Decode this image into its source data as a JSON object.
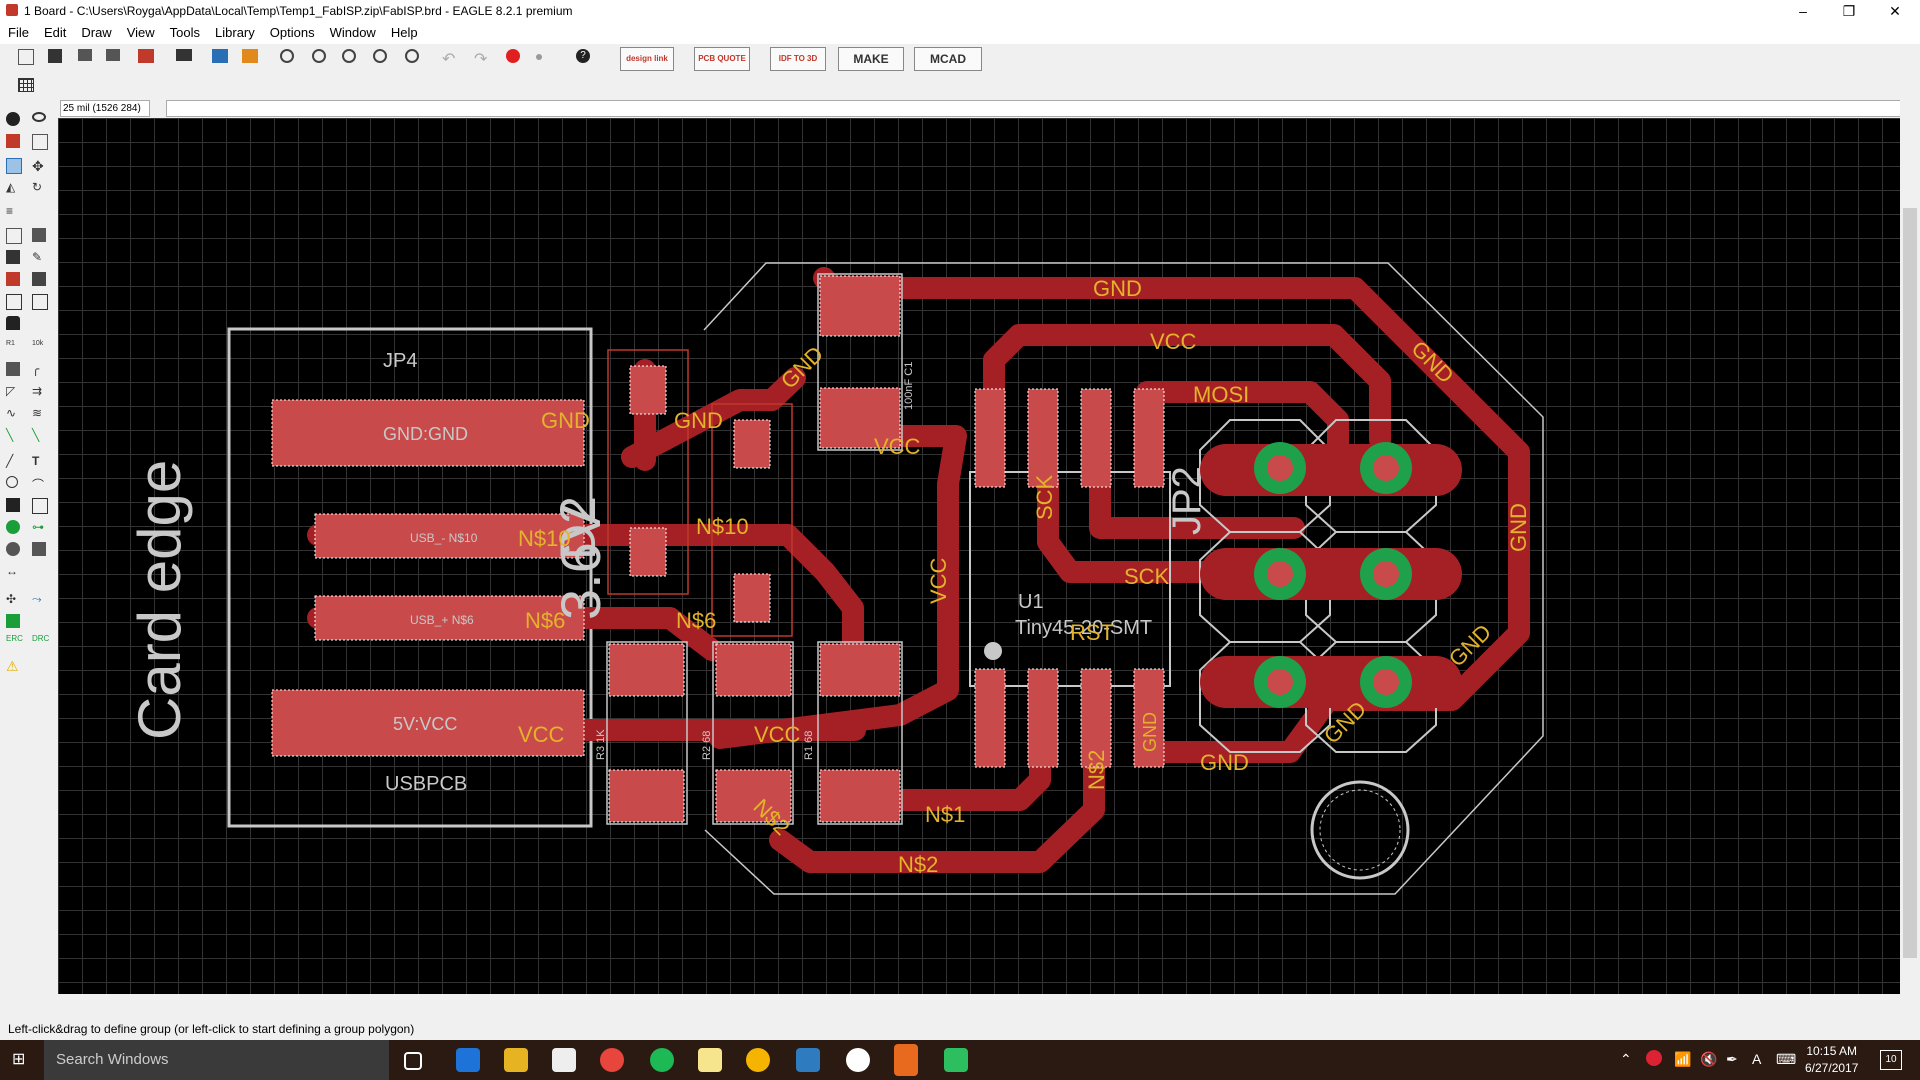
{
  "window": {
    "title": "1 Board - C:\\Users\\Royga\\AppData\\Local\\Temp\\Temp1_FabISP.zip\\FabISP.brd - EAGLE 8.2.1 premium",
    "minimize": "–",
    "maximize": "❐",
    "close": "✕"
  },
  "menu": [
    "File",
    "Edit",
    "Draw",
    "View",
    "Tools",
    "Library",
    "Options",
    "Window",
    "Help"
  ],
  "toolbar": {
    "design_link": "design link",
    "pcb_quote": "PCB QUOTE",
    "idf": "IDF TO 3D",
    "make": "MAKE",
    "mcad": "MCAD"
  },
  "coord_readout": "25 mil (1526 284)",
  "command_value": "",
  "board": {
    "card_edge": "Card edge",
    "labels": {
      "jp4": "JP4",
      "usbpcb": "USBPCB",
      "u1": "U1",
      "u1_value": "Tiny45-20-SMT",
      "d1": "D2",
      "d1_value": "3.6V",
      "d2_value": "3.6V",
      "c1_value": "100nF C1",
      "r3": "R3 1K",
      "r2": "R2 68",
      "r1": "R1 68",
      "jp2": "JP2",
      "pad_gnd_gnd": "GND:GND",
      "pad_usb_n10": "USB_- N$10",
      "pad_usb_n6": "USB_+ N$6",
      "pad_5v_vcc": "5V:VCC"
    },
    "nets": [
      "GND",
      "VCC",
      "MOSI",
      "GND",
      "GND",
      "GND",
      "SCK",
      "GND",
      "GND",
      "N$1",
      "N$2",
      "N$2",
      "GND",
      "N$10",
      "N$6",
      "VCC",
      "VCC",
      "VCC",
      "VCC",
      "N$10",
      "N$6",
      "SCK",
      "RST",
      "MOSI",
      "GND"
    ],
    "net_text": {
      "gnd_top": "GND",
      "vcc_top": "VCC",
      "mosi": "MOSI",
      "gnd_right": "GND",
      "gnd_diag": "GND",
      "gnd_lower_diag": "GND",
      "gnd_bottom": "GND",
      "gnd_left_c1": "GND",
      "gnd_jp4": "GND",
      "gnd_d": "GND",
      "n10": "N$10",
      "n10b": "N$10",
      "n6": "N$6",
      "n6b": "N$6",
      "vcc_jp4": "VCC",
      "vcc_r": "VCC",
      "vcc_mid": "VCC",
      "vcc_c1": "VCC",
      "sck": "SCK",
      "sck_v": "SCK",
      "rst": "RST",
      "n1": "N$1",
      "n2a": "N$2",
      "n2b": "N$2",
      "n2c": "N$2",
      "gnd_pin": "GND"
    }
  },
  "status_message": "Left-click&drag to define group (or left-click to start defining a group polygon)",
  "taskbar": {
    "search_placeholder": "Search Windows",
    "time": "10:15 AM",
    "date": "6/27/2017",
    "notif_count": "10"
  }
}
